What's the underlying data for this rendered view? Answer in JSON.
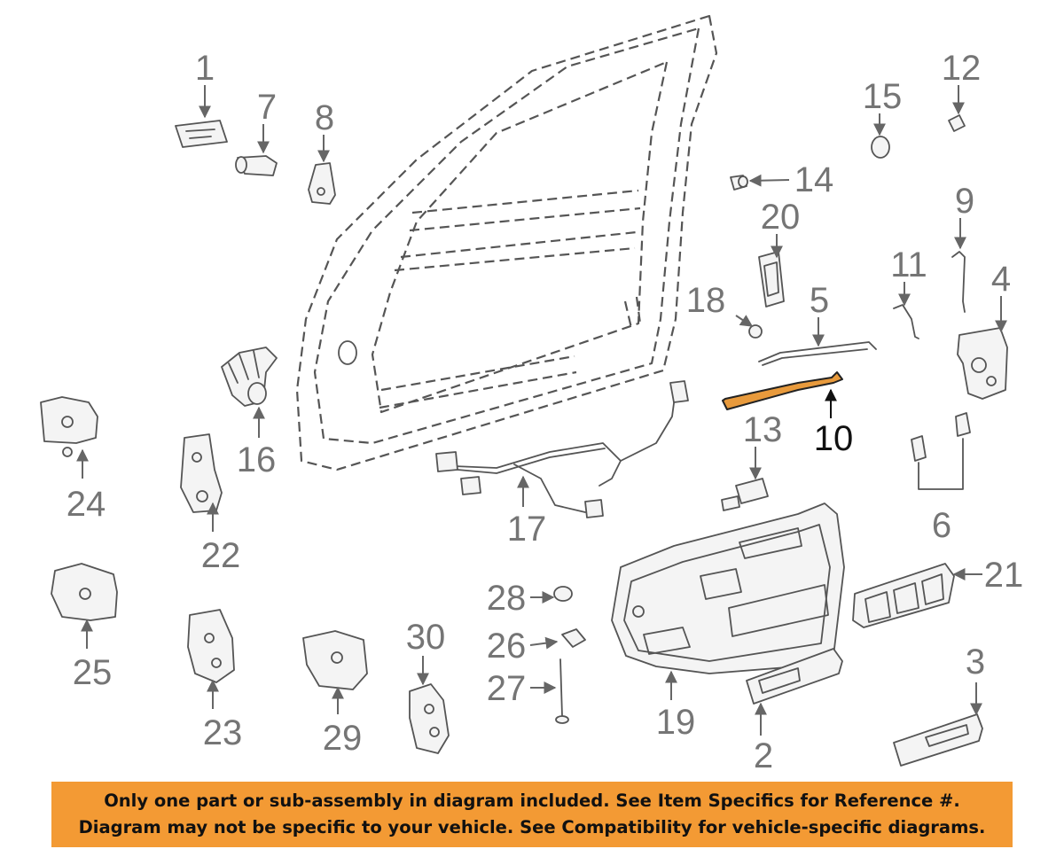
{
  "callouts": [
    "1",
    "2",
    "3",
    "4",
    "5",
    "6",
    "7",
    "8",
    "9",
    "10",
    "11",
    "12",
    "13",
    "14",
    "15",
    "16",
    "17",
    "18",
    "19",
    "20",
    "21",
    "22",
    "23",
    "24",
    "25",
    "26",
    "27",
    "28",
    "29",
    "30"
  ],
  "highlighted_callout": "10",
  "highlight_color": "#e89a3c",
  "banner": {
    "line1": "Only one part or sub-assembly in diagram included. See Item Specifics for Reference #.",
    "line2": "Diagram may not be specific to your vehicle. See Compatibility for vehicle-specific diagrams.",
    "background": "#f39a34"
  }
}
